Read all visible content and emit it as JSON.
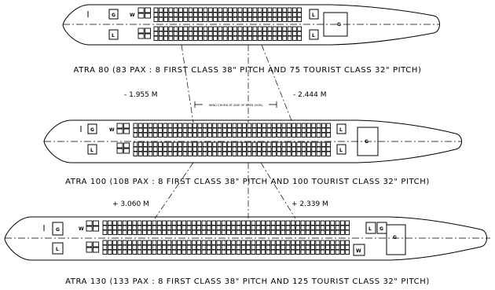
{
  "captions": {
    "atra80": "ATRA 80 (83 PAX : 8 FIRST CLASS 38\" PITCH AND 75 TOURIST CLASS 32\" PITCH)",
    "atra100": "ATRA 100 (108 PAX : 8 FIRST CLASS 38\" PITCH AND 100 TOURIST CLASS 32\" PITCH)",
    "atra130": "ATRA 130 (133 PAX : 8 FIRST CLASS 38\" PITCH AND 125 TOURIST CLASS 32\" PITCH)"
  },
  "dimensions": {
    "fwd_minus": "- 1.955 M",
    "aft_minus": "- 2.444 M",
    "fwd_plus": "+ 3.060 M",
    "aft_plus": "+ 2.339 M",
    "wing_note": "WING CHORD AT SIDE OF BODY (SOB)"
  },
  "labels": {
    "galley": "G",
    "lavatory": "L",
    "wardrobe": "W"
  }
}
